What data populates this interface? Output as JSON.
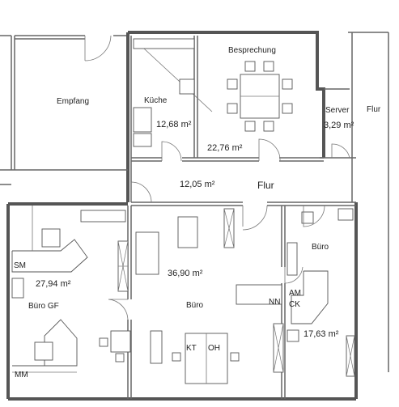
{
  "rooms": {
    "empfang": "Empfang",
    "kueche": "Küche",
    "kueche_area": "12,68 m²",
    "besprechung": "Besprechung",
    "besprechung_area": "22,76 m²",
    "server": "Server",
    "server_area": "3,29 m²",
    "flur_right": "Flur",
    "flur": "Flur",
    "flur_area": "12,05 m²",
    "buero_main": "Büro",
    "buero_main_area": "36,90 m²",
    "buero_gf": "Büro GF",
    "buero_gf_area": "27,94 m²",
    "buero_right": "Büro",
    "buero_right_area": "17,63 m²"
  },
  "workstations": {
    "sm": "SM",
    "mm": "MM",
    "am": "AM",
    "ck": "CK",
    "nn": "NN",
    "kt": "KT",
    "oh": "OH"
  },
  "colors": {
    "wall": "#555555",
    "line": "#777777",
    "background": "#ffffff"
  }
}
